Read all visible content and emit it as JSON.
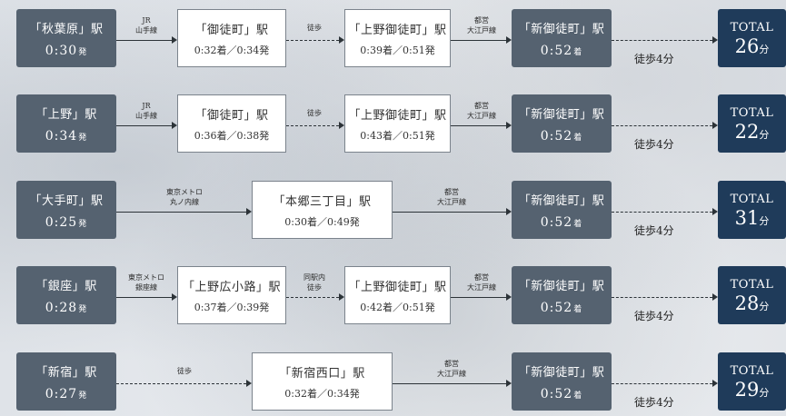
{
  "routes": [
    {
      "origin": {
        "name": "「秋葉原」駅",
        "time": "0:30",
        "suffix": "発"
      },
      "seg1": {
        "line1": "JR",
        "line2": "山手線"
      },
      "transfer1": {
        "name": "「御徒町」駅",
        "time": "0:32着／0:34発"
      },
      "seg2": {
        "line1": "徒歩",
        "line2": ""
      },
      "transfer2": {
        "name": "「上野御徒町」駅",
        "time": "0:39着／0:51発"
      },
      "seg3": {
        "line1": "都営",
        "line2": "大江戸線"
      },
      "dest": {
        "name": "「新御徒町」駅",
        "time": "0:52",
        "suffix": "着"
      },
      "walk": "徒歩4分",
      "total": {
        "label": "TOTAL",
        "value": "26",
        "unit": "分"
      }
    },
    {
      "origin": {
        "name": "「上野」駅",
        "time": "0:34",
        "suffix": "発"
      },
      "seg1": {
        "line1": "JR",
        "line2": "山手線"
      },
      "transfer1": {
        "name": "「御徒町」駅",
        "time": "0:36着／0:38発"
      },
      "seg2": {
        "line1": "徒歩",
        "line2": ""
      },
      "transfer2": {
        "name": "「上野御徒町」駅",
        "time": "0:43着／0:51発"
      },
      "seg3": {
        "line1": "都営",
        "line2": "大江戸線"
      },
      "dest": {
        "name": "「新御徒町」駅",
        "time": "0:52",
        "suffix": "着"
      },
      "walk": "徒歩4分",
      "total": {
        "label": "TOTAL",
        "value": "22",
        "unit": "分"
      }
    },
    {
      "origin": {
        "name": "「大手町」駅",
        "time": "0:25",
        "suffix": "発"
      },
      "seg1": {
        "line1": "東京メトロ",
        "line2": "丸ノ内線"
      },
      "transfer1": {
        "name": "「本郷三丁目」駅",
        "time": "0:30着／0:49発"
      },
      "seg3": {
        "line1": "都営",
        "line2": "大江戸線"
      },
      "dest": {
        "name": "「新御徒町」駅",
        "time": "0:52",
        "suffix": "着"
      },
      "walk": "徒歩4分",
      "total": {
        "label": "TOTAL",
        "value": "31",
        "unit": "分"
      }
    },
    {
      "origin": {
        "name": "「銀座」駅",
        "time": "0:28",
        "suffix": "発"
      },
      "seg1": {
        "line1": "東京メトロ",
        "line2": "銀座線"
      },
      "transfer1": {
        "name": "「上野広小路」駅",
        "time": "0:37着／0:39発"
      },
      "seg2": {
        "line1": "同駅内",
        "line2": "徒歩"
      },
      "transfer2": {
        "name": "「上野御徒町」駅",
        "time": "0:42着／0:51発"
      },
      "seg3": {
        "line1": "都営",
        "line2": "大江戸線"
      },
      "dest": {
        "name": "「新御徒町」駅",
        "time": "0:52",
        "suffix": "着"
      },
      "walk": "徒歩4分",
      "total": {
        "label": "TOTAL",
        "value": "28",
        "unit": "分"
      }
    },
    {
      "origin": {
        "name": "「新宿」駅",
        "time": "0:27",
        "suffix": "発"
      },
      "seg1": {
        "line1": "徒歩",
        "line2": ""
      },
      "transfer1": {
        "name": "「新宿西口」駅",
        "time": "0:32着／0:34発"
      },
      "seg3": {
        "line1": "都営",
        "line2": "大江戸線"
      },
      "dest": {
        "name": "「新御徒町」駅",
        "time": "0:52",
        "suffix": "着"
      },
      "walk": "徒歩4分",
      "total": {
        "label": "TOTAL",
        "value": "29",
        "unit": "分"
      }
    }
  ]
}
